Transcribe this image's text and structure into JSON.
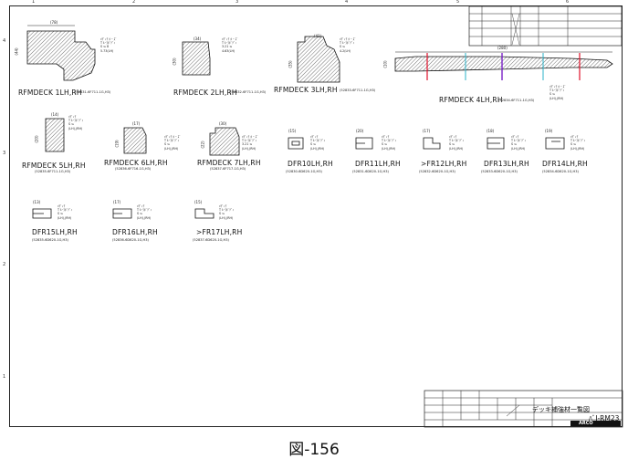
{
  "figure_caption": "図-156",
  "ruler": {
    "top": [
      "1",
      "2",
      "3",
      "4",
      "5",
      "6"
    ],
    "left": [
      "4",
      "3",
      "2",
      "1"
    ]
  },
  "parts": [
    {
      "id": "p1",
      "label": "RFMDECK 1LH,RH",
      "part_no": "(52831-6F711-1G,H3)",
      "width_dim": "(78)",
      "height_dim": "(44)",
      "spec": "ﾒﾃﾞｨｱ ﾎ ｰ ｽﾞ\nT ﾙｰﾌﾎﾞﾃﾞｨ\nS ≒ 8\n5.73(LH)"
    },
    {
      "id": "p2",
      "label": "RFMDECK 2LH,RH",
      "part_no": "(52832-6F711-1G,H3)",
      "width_dim": "(34)",
      "height_dim": "(30)",
      "spec": "ﾒﾃﾞｨｱ ﾎ ｰ ｽﾞ\nT ﾙｰﾌﾎﾞﾃﾞｨ\n3.21 ≒\n4.63(LH)"
    },
    {
      "id": "p3",
      "label": "RFMDECK 3LH,RH",
      "part_no": "(52833-6F711-1G,H3)",
      "width_dim": "(41)",
      "height_dim": "(35)",
      "spec": "ﾒﾃﾞｨｱ ﾎ ｰ ｽﾞ\nT ﾙｰﾌﾎﾞﾃﾞｨ\nS ≒\n4.2(LH)"
    },
    {
      "id": "p4",
      "label": "RFMDECK 4LH,RH",
      "part_no": "(52834-6F711-1G,H3)",
      "width_dim": "(280)",
      "height_dim": "(10)",
      "spec": "ﾒﾃﾞｨｱ ﾎ ｰ ｽﾞ\nT ﾙｰﾌﾎﾞﾃﾞｨ\nS ≒\n(LH),(RH)"
    },
    {
      "id": "p5",
      "label": "RFMDECK 5LH,RH",
      "part_no": "(52835-6F711-1G,H3)",
      "width_dim": "(14)",
      "height_dim": "(20)",
      "spec": "ﾒﾃﾞｨｱ\nT ﾙｰﾌﾎﾞﾃﾞｨ\nS ≒\n(LH),(RH)"
    },
    {
      "id": "p6",
      "label": "RFMDECK 6LH,RH",
      "part_no": "(52836-6F716-1G,H3)",
      "width_dim": "(17)",
      "height_dim": "(19)",
      "spec": "ﾒﾃﾞｨｱ ﾎ ｰ ｽﾞ\nT ﾙｰﾌﾎﾞﾃﾞｨ\nS ≒\n(LH),(RH)"
    },
    {
      "id": "p7",
      "label": "RFMDECK 7LH,RH",
      "part_no": "(52837-6F717-1G,H3)",
      "width_dim": "(30)",
      "height_dim": "(22)",
      "spec": "ﾒﾃﾞｨｱ ﾎ ｰ ｽﾞ\nT ﾙｰﾌﾎﾞﾃﾞｨ\n3.21 ≒\n(LH),(RH)"
    },
    {
      "id": "p10",
      "label": "DFR10LH,RH",
      "part_no": "(52830-6D620-1G,H3)",
      "width_dim": "(15)",
      "height_dim": "",
      "spec": "ﾒﾃﾞｨｱ\nT ﾙｰﾌﾎﾞﾃﾞｨ\nS ≒\n(LH),(RH)"
    },
    {
      "id": "p11",
      "label": "DFR11LH,RH",
      "part_no": "(52831-6D620-1G,H3)",
      "width_dim": "(20)",
      "height_dim": "",
      "spec": "ﾒﾃﾞｨｱ\nT ﾙｰﾌﾎﾞﾃﾞｨ\nS ≒\n(LH),(RH)"
    },
    {
      "id": "p12",
      "label": ">FR12LH,RH",
      "part_no": "(52832-6D620-1G,H3)",
      "width_dim": "(17)",
      "height_dim": "",
      "spec": "ﾒﾃﾞｨｱ\nT ﾙｰﾌﾎﾞﾃﾞｨ\nS ≒\n(LH),(RH)"
    },
    {
      "id": "p13",
      "label": "DFR13LH,RH",
      "part_no": "(52833-6D620-1G,H3)",
      "width_dim": "(18)",
      "height_dim": "",
      "spec": "ﾒﾃﾞｨｱ\nT ﾙｰﾌﾎﾞﾃﾞｨ\nS ≒\n(LH),(RH)"
    },
    {
      "id": "p14",
      "label": "DFR14LH,RH",
      "part_no": "(52834-6D620-1G,H3)",
      "width_dim": "(19)",
      "height_dim": "",
      "spec": "ﾒﾃﾞｨｱ\nT ﾙｰﾌﾎﾞﾃﾞｨ\nS ≒\n(LH),(RH)"
    },
    {
      "id": "p15",
      "label": "DFR15LH,RH",
      "part_no": "(52835-6D620-1G,H3)",
      "width_dim": "(13)",
      "height_dim": "",
      "spec": "ﾒﾃﾞｨｱ\nT ﾙｰﾌﾎﾞﾃﾞｨ\nS ≒\n(LH),(RH)"
    },
    {
      "id": "p16",
      "label": "DFR16LH,RH",
      "part_no": "(52836-6D620-1G,H3)",
      "width_dim": "(17)",
      "height_dim": "",
      "spec": "ﾒﾃﾞｨｱ\nT ﾙｰﾌﾎﾞﾃﾞｨ\nS ≒\n(LH),(RH)"
    },
    {
      "id": "p17",
      "label": ">FR17LH,RH",
      "part_no": "(52837-6D620-1G,H3)",
      "width_dim": "(15)",
      "height_dim": "",
      "spec": "ﾒﾃﾞｨｱ\nT ﾙｰﾌﾎﾞﾃﾞｨ\nS ≒\n(LH),(RH)"
    }
  ],
  "title_block": {
    "title": "デッキ補強材一覧図",
    "drawing_no": "ﾊﾞJ-RM23",
    "logo": "ARCO"
  },
  "colors": {
    "red": "#e0102a",
    "purple": "#7a22c8",
    "cyan": "#2bb3c8"
  }
}
